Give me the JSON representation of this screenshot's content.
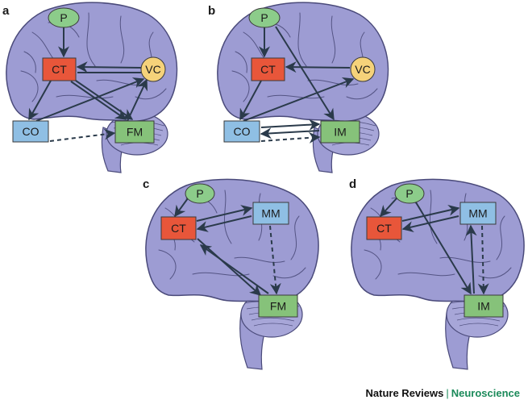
{
  "colors": {
    "brain_fill": "#9d9cd3",
    "brain_stroke": "#4a4a7a",
    "sulcus": "#3c3c6a",
    "cerebellum_fill": "#a7a6d8",
    "arrow": "#2a3a4a",
    "P": "#8ccc8a",
    "CT": "#e8563a",
    "VC": "#f5d27a",
    "CO": "#8fbfe4",
    "FM": "#86c27a",
    "IM": "#86c27a",
    "MM": "#8fbfe4",
    "credit_accent": "#1b8a5a"
  },
  "panels": [
    {
      "letter": "a",
      "nodes": [
        {
          "id": "P",
          "label": "P"
        },
        {
          "id": "CT",
          "label": "CT"
        },
        {
          "id": "VC",
          "label": "VC"
        },
        {
          "id": "CO",
          "label": "CO"
        },
        {
          "id": "FM",
          "label": "FM"
        }
      ]
    },
    {
      "letter": "b",
      "nodes": [
        {
          "id": "P",
          "label": "P"
        },
        {
          "id": "CT",
          "label": "CT"
        },
        {
          "id": "VC",
          "label": "VC"
        },
        {
          "id": "CO",
          "label": "CO"
        },
        {
          "id": "IM",
          "label": "IM"
        }
      ]
    },
    {
      "letter": "c",
      "nodes": [
        {
          "id": "P",
          "label": "P"
        },
        {
          "id": "CT",
          "label": "CT"
        },
        {
          "id": "MM",
          "label": "MM"
        },
        {
          "id": "FM",
          "label": "FM"
        }
      ]
    },
    {
      "letter": "d",
      "nodes": [
        {
          "id": "P",
          "label": "P"
        },
        {
          "id": "CT",
          "label": "CT"
        },
        {
          "id": "MM",
          "label": "MM"
        },
        {
          "id": "IM",
          "label": "IM"
        }
      ]
    }
  ],
  "credit": {
    "publisher": "Nature Reviews",
    "separator": "|",
    "journal": "Neuroscience"
  }
}
